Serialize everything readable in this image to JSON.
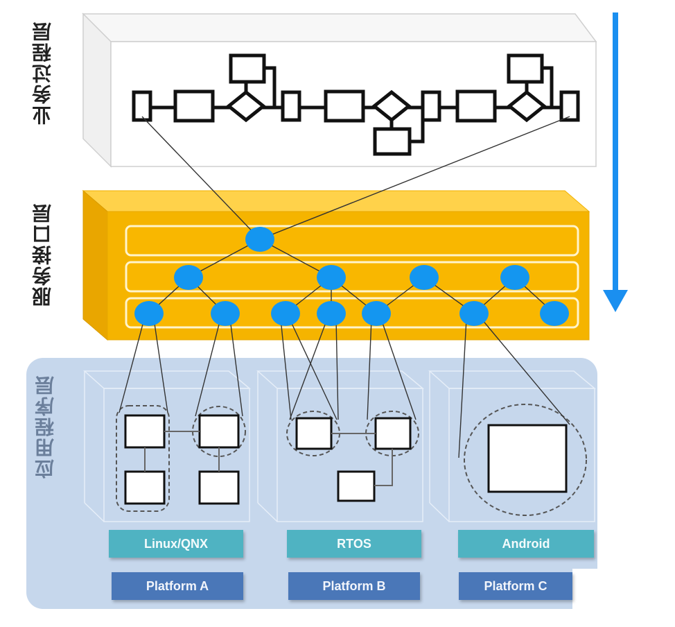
{
  "layers": {
    "business": "业务过程层",
    "service": "服务接口层",
    "application": "应用程序层"
  },
  "platforms": [
    {
      "os": "Linux/QNX",
      "platform": "Platform A"
    },
    {
      "os": "RTOS",
      "platform": "Platform B"
    },
    {
      "os": "Android",
      "platform": "Platform C"
    }
  ],
  "colors": {
    "service_layer": "#f5b400",
    "node": "#1496f0",
    "app_panel": "#c6d7ec",
    "os_label": "#4fb3c2",
    "platform_label": "#4a77b8",
    "arrow": "#1a8ff0"
  }
}
